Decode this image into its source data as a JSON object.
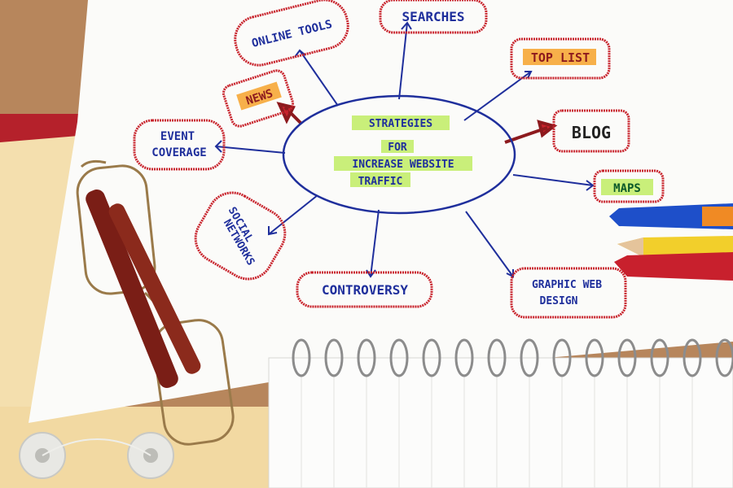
{
  "colors": {
    "ink_blue": "#1f2f9c",
    "ink_red": "#c8232c",
    "highlight_green": "#c9ef7a",
    "highlight_orange": "#f7b04a",
    "paper": "#fbfbf9",
    "folder": "#f4dfae",
    "table_wood": "#b7865c"
  },
  "mindmap": {
    "center": {
      "line1": "STRATEGIES",
      "line2": "FOR",
      "line3": "INCREASE WEBSITE",
      "line4": "TRAFFIC"
    },
    "nodes": {
      "online_tools": "ONLINE TOOLS",
      "searches": "SEARCHES",
      "top_list": "TOP LIST",
      "news": "NEWS",
      "blog": "BLOG",
      "event_line1": "EVENT",
      "event_line2": "COVERAGE",
      "maps": "MAPS",
      "social_line1": "SOCIAL",
      "social_line2": "NETWORKS",
      "controversy": "CONTROVERSY",
      "graphic_line1": "GRAPHIC WEB",
      "graphic_line2": "DESIGN"
    }
  },
  "objects": {
    "glasses": "reading-glasses",
    "pens": [
      "blue-ballpoint-pen",
      "yellow-pencil",
      "red-pen"
    ],
    "notebook": "spiral-notebook",
    "folder": "manila-envelope"
  }
}
